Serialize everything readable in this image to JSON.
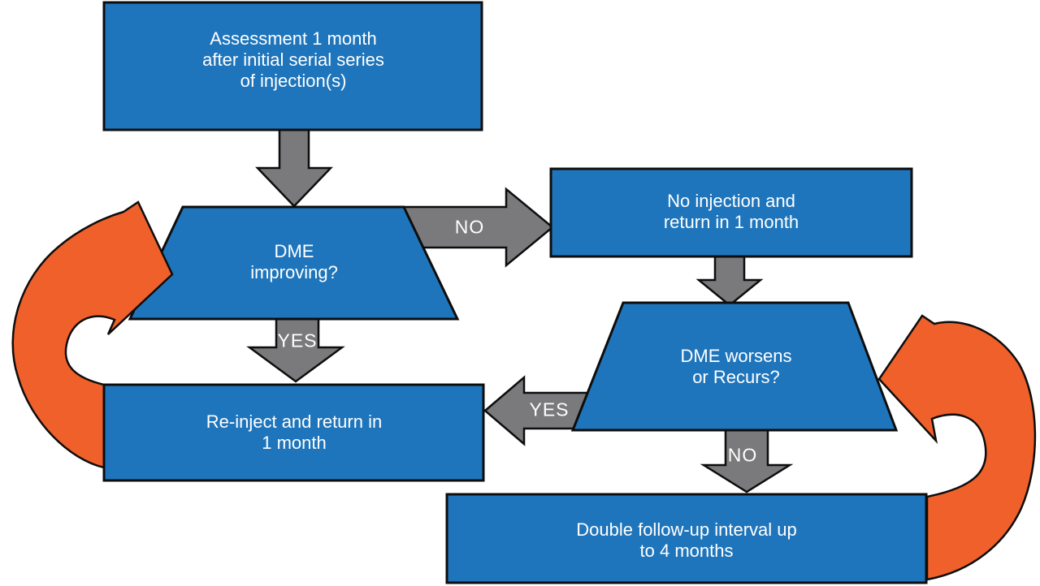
{
  "colors": {
    "node_fill": "#1F75BB",
    "connector_fill": "#7A7A7C",
    "loop_fill": "#F0602A",
    "outline": "#0D0D0D",
    "label_text": "#FFFFFF",
    "background": "#FFFFFF"
  },
  "nodes": {
    "assessment": {
      "lines": [
        "Assessment 1 month",
        "after initial serial series",
        "of injection(s)"
      ]
    },
    "dme_improving": {
      "lines": [
        "DME",
        "improving?"
      ]
    },
    "no_injection": {
      "lines": [
        "No injection and",
        "return in 1 month"
      ]
    },
    "dme_worsens": {
      "lines": [
        "DME worsens",
        "or Recurs?"
      ]
    },
    "reinject": {
      "lines": [
        "Re-inject and return in",
        "1 month"
      ]
    },
    "double_interval": {
      "lines": [
        "Double follow-up interval up",
        "to 4 months"
      ]
    }
  },
  "edge_labels": {
    "improving_no": "NO",
    "improving_yes": "YES",
    "worsens_yes": "YES",
    "worsens_no": "NO"
  }
}
